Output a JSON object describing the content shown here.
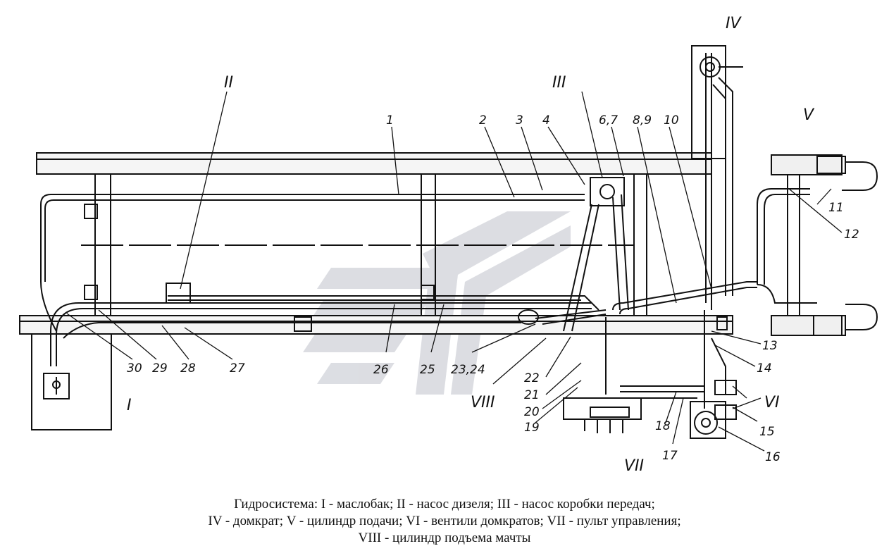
{
  "labels": {
    "roman": {
      "I": "I",
      "II": "II",
      "III": "III",
      "IV": "IV",
      "V": "V",
      "VI": "VI",
      "VII": "VII",
      "VIII": "VIII"
    },
    "parts": [
      "1",
      "2",
      "3",
      "4",
      "6,7",
      "8,9",
      "10",
      "11",
      "12",
      "13",
      "14",
      "15",
      "16",
      "17",
      "18",
      "19",
      "20",
      "21",
      "22",
      "23,24",
      "25",
      "26",
      "27",
      "28",
      "29",
      "30"
    ]
  },
  "caption": {
    "line1": "Гидросистема: I - маслобак; II - насос дизеля; III - насос коробки передач;",
    "line2": "IV - домкрат; V - цилиндр подачи; VI - вентили домкратов; VII - пульт управления;",
    "line3": "VIII - цилиндр подъема мачты"
  },
  "colors": {
    "ink": "#111111",
    "watermark": "#d4d6dc"
  }
}
